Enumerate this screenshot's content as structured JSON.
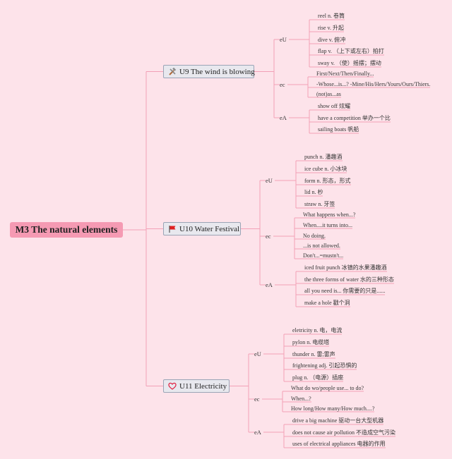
{
  "root": {
    "label": "M3 The natural elements"
  },
  "units": [
    {
      "label": "U9 The wind is blowing",
      "icon": "tools-icon",
      "categories": [
        {
          "label": "eU",
          "items": [
            "reel n. 卷筒",
            "rise v. 升起",
            "dive v. 俯冲",
            "flap v. （上下或左右）拍打",
            "sway v. （使）摇摆；摆动"
          ]
        },
        {
          "label": "ec",
          "items": [
            "First/Next/Then/Finally...",
            "-Whose...is...? -Mine/His/Hers/Yours/Ours/Thiers.",
            "(not)as...as"
          ]
        },
        {
          "label": "eA",
          "items": [
            "show off 炫耀",
            "have a competition 举办一个比",
            "sailing boats 帆船"
          ]
        }
      ]
    },
    {
      "label": "U10 Water Festival",
      "icon": "red-flag-icon",
      "categories": [
        {
          "label": "eU",
          "items": [
            "punch n. 潘趣酒",
            "ice cube n. 小冰块",
            "form n. 形态，形式",
            "lid n. 杪",
            "straw n. 牙签"
          ]
        },
        {
          "label": "ec",
          "items": [
            "What happens when...?",
            "When....it turns into...",
            "No doing.",
            "...is not allowed.",
            "Don't...=mustn't..."
          ]
        },
        {
          "label": "eA",
          "items": [
            "iced fruit punch 冰镇的水果潘趣酒",
            "the three forms of water 水的三种形态",
            "all you need is... 你需要的只是......",
            "make a hole 戳个洞"
          ]
        }
      ]
    },
    {
      "label": "U11 Electricity",
      "icon": "heart-icon",
      "categories": [
        {
          "label": "eU",
          "items": [
            "eletricity n. 电，电流",
            "pylon n. 电缆塔",
            "thunder n. 雷;雷声",
            "frightening adj. 引起恐惧的",
            "plug n. （电源）插座"
          ]
        },
        {
          "label": "ec",
          "items": [
            "What do wo/people use... to do?",
            "When...?",
            "How long/How many/How much....?"
          ]
        },
        {
          "label": "eA",
          "items": [
            "drive a big machine 驱动一台大型机器",
            "does not cause air pollution 不造成空气污染",
            "uses of electrical appliances 电器的作用"
          ]
        }
      ]
    }
  ],
  "colors": {
    "background": "#fde3ea",
    "root": "#f59ab3",
    "link": "#f2a0b6"
  }
}
